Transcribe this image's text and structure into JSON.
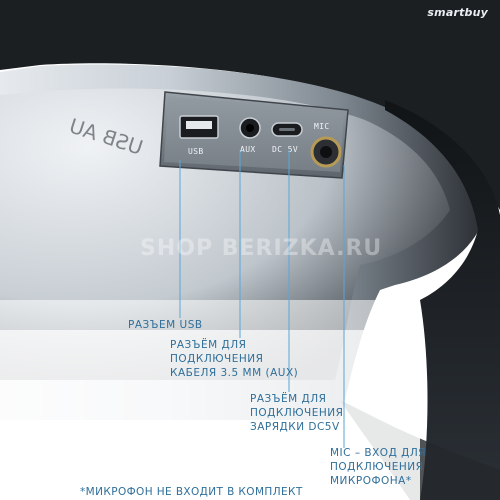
{
  "brand": "smartbuy",
  "watermark": "SHOP BERIZKA.RU",
  "casing_text": "USB AU",
  "ports": {
    "usb": "USB",
    "aux": "AUX",
    "dc": "DC 5V",
    "mic": "MIC"
  },
  "callouts": {
    "usb": "Разъем USB",
    "aux": "Разъём для\nподключения\nкабеля 3.5 мм (AUX)",
    "dc": "Разъём для\nподключения\nзарядки DC5V",
    "mic": "MIC – вход для\nподключения\nмикрофона*"
  },
  "footnote": "*Микрофон не входит в комплект",
  "colors": {
    "callout_text": "#2f6f9a",
    "leader_line": "#5aa6d6"
  }
}
